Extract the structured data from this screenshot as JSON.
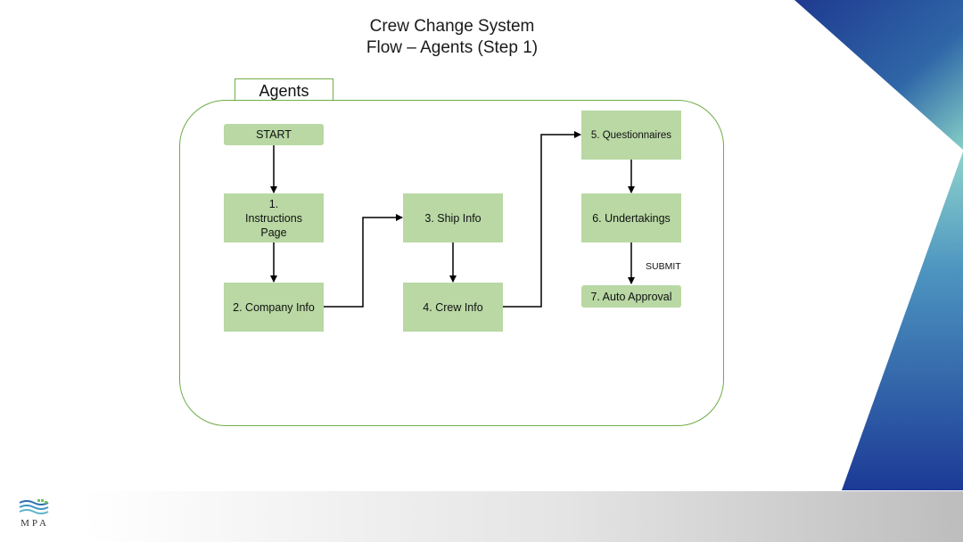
{
  "title": {
    "line1": "Crew Change System",
    "line2": "Flow – Agents (Step 1)"
  },
  "group": {
    "label": "Agents"
  },
  "nodes": {
    "start": "START",
    "instructions": "1. Instructions Page",
    "company_info": "2. Company Info",
    "ship_info": "3. Ship Info",
    "crew_info": "4. Crew Info",
    "questionnaires": "5. Questionnaires",
    "undertakings": "6. Undertakings",
    "auto_approval": "7. Auto Approval"
  },
  "edges": [
    {
      "from": "start",
      "to": "instructions",
      "label": ""
    },
    {
      "from": "instructions",
      "to": "company_info",
      "label": ""
    },
    {
      "from": "company_info",
      "to": "ship_info",
      "label": ""
    },
    {
      "from": "ship_info",
      "to": "crew_info",
      "label": ""
    },
    {
      "from": "crew_info",
      "to": "questionnaires",
      "label": ""
    },
    {
      "from": "questionnaires",
      "to": "undertakings",
      "label": ""
    },
    {
      "from": "undertakings",
      "to": "auto_approval",
      "label": "SUBMIT"
    }
  ],
  "logo": {
    "text": "MPA"
  },
  "colors": {
    "node_fill": "#b9d8a4",
    "container_border": "#70ad47",
    "accent_dark_blue": "#1e3f9a",
    "accent_teal": "#7ec6c0"
  }
}
